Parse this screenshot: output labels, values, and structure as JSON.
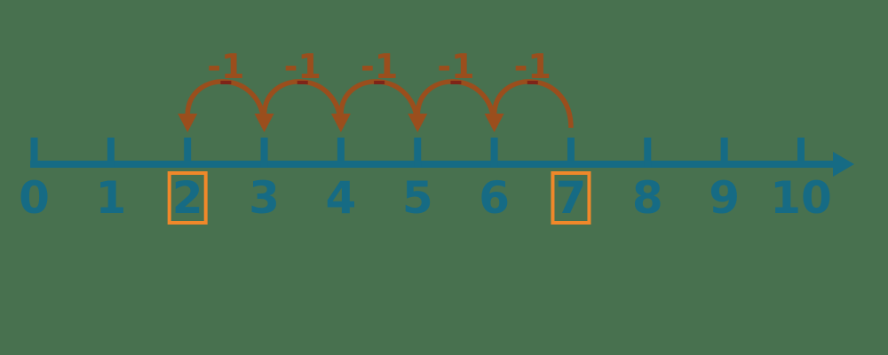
{
  "diagram": {
    "type": "number-line-subtraction",
    "colors": {
      "background": "#48714f",
      "axis": "#166b84",
      "hop": "#9a4e1d",
      "hop_apex": "#7e2418",
      "highlight_box": "#f0882a"
    },
    "number_line": {
      "tick_labels": [
        "0",
        "1",
        "2",
        "3",
        "4",
        "5",
        "6",
        "7",
        "8",
        "9",
        "10"
      ],
      "highlighted_tick_labels": [
        "2",
        "7"
      ]
    },
    "hops": {
      "labels": [
        "-1",
        "-1",
        "-1",
        "-1",
        "-1"
      ],
      "spans": [
        {
          "from": "3",
          "to": "2"
        },
        {
          "from": "4",
          "to": "3"
        },
        {
          "from": "5",
          "to": "4"
        },
        {
          "from": "6",
          "to": "5"
        },
        {
          "from": "7",
          "to": "6"
        }
      ]
    }
  }
}
